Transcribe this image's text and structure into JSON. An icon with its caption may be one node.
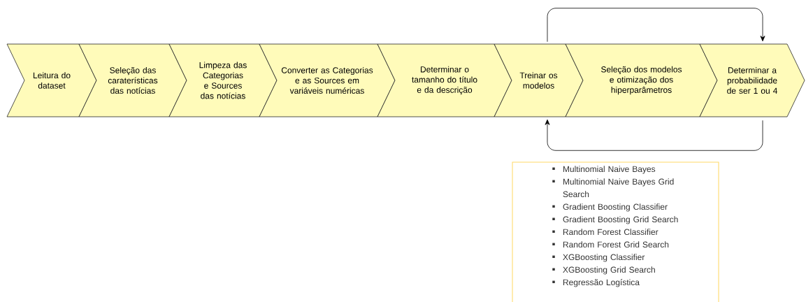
{
  "diagram": {
    "nodes": [
      {
        "text": [
          "Leitura do dataset"
        ]
      },
      {
        "text": [
          "Seleção das caraterísticas das notícias"
        ]
      },
      {
        "text": [
          "Limpeza das Categorias e Sources das notícias"
        ]
      },
      {
        "text": [
          "Converter as Categorias e as Sources em variáveis numéricas"
        ]
      },
      {
        "text": [
          "Determinar o tamanho do título e da descrição"
        ]
      },
      {
        "text": [
          "Treinar os modelos"
        ]
      },
      {
        "text": [
          "Seleção dos modelos e otimização dos hiperparâmetros"
        ]
      },
      {
        "text": [
          "Determinar a probabilidade de ser 1 ou 4"
        ]
      },
      {
        "text": [
          "Multinomial Naive Bayes",
          "Multinomial Naive Bayes Grid Search",
          "Gradient Boosting Classifier",
          "Gradient Boosting Grid Search",
          "Random Forest Classifier",
          "Random Forest Grid Search",
          "XGBoosting Classifier",
          "XGBoosting Grid Search",
          "Regressão Logística"
        ]
      }
    ],
    "edges": [
      {
        "from": 5,
        "to": 7,
        "arrow": "to"
      },
      {
        "from": 7,
        "to": 5,
        "arrow": "to"
      }
    ]
  }
}
